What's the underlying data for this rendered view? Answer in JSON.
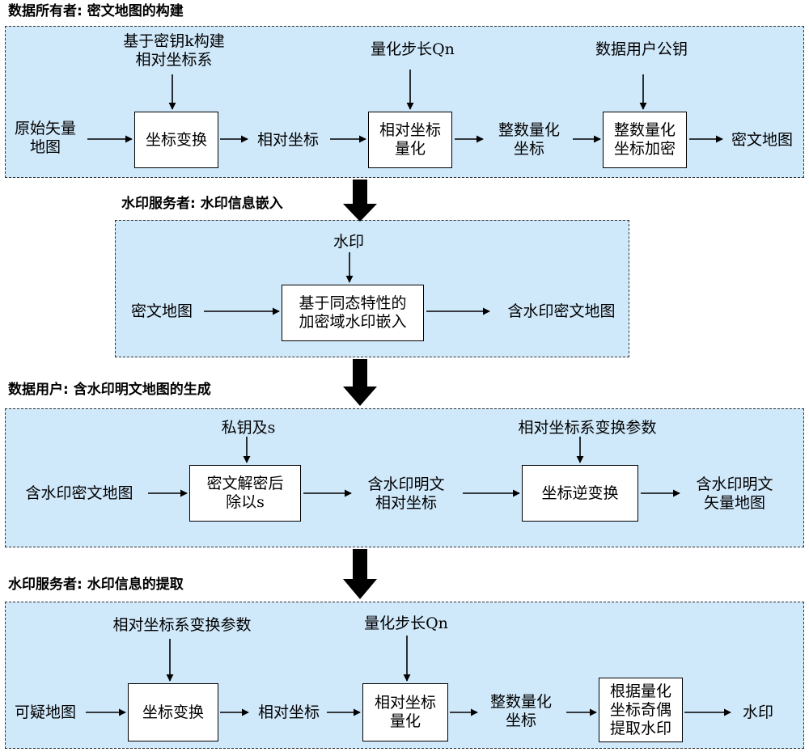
{
  "sec1": {
    "title": "数据所有者: 密文地图的构建",
    "input": "原始矢量\n地图",
    "key_rel": "基于密钥k构建\n相对坐标系",
    "box_transform": "坐标变换",
    "rel_coord": "相对坐标",
    "qstep": "量化步长Qn",
    "box_quant": "相对坐标\n量化",
    "int_coord": "整数量化\n坐标",
    "pubkey": "数据用户公钥",
    "box_encrypt": "整数量化\n坐标加密",
    "output": "密文地图"
  },
  "sec2": {
    "title": "水印服务者: 水印信息嵌入",
    "watermark": "水印",
    "input": "密文地图",
    "box_embed": "基于同态特性的\n加密域水印嵌入",
    "output": "含水印密文地图"
  },
  "sec3": {
    "title": "数据用户: 含水印明文地图的生成",
    "privkey": "私钥及s",
    "input": "含水印密文地图",
    "box_decrypt": "密文解密后\n除以s",
    "rel_plain": "含水印明文\n相对坐标",
    "params": "相对坐标系变换参数",
    "box_inverse": "坐标逆变换",
    "output": "含水印明文\n矢量地图"
  },
  "sec4": {
    "title": "水印服务者: 水印信息的提取",
    "params": "相对坐标系变换参数",
    "qstep": "量化步长Qn",
    "input": "可疑地图",
    "box_transform": "坐标变换",
    "rel_coord": "相对坐标",
    "box_quant": "相对坐标\n量化",
    "int_coord": "整数量化\n坐标",
    "box_extract": "根据量化\n坐标奇偶\n提取水印",
    "output": "水印"
  }
}
